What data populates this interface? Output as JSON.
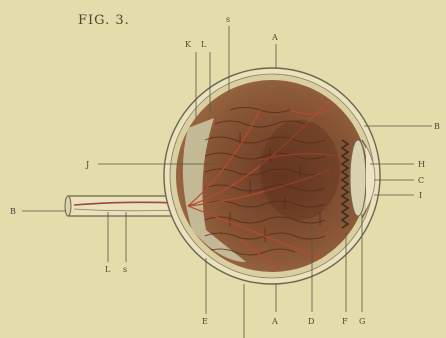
{
  "figure": {
    "caption": "FIG. 3."
  },
  "labels": {
    "A_top": "A",
    "s_top": "s",
    "K": "K",
    "L_top": "L",
    "B_right": "B",
    "H": "H",
    "C": "C",
    "I": "I",
    "J": "J",
    "B_left": "B",
    "L_bottom": "L",
    "s_bottom": "s",
    "E": "E",
    "A_bottom": "A",
    "D": "D",
    "F": "F",
    "G": "G"
  },
  "colors": {
    "paper": "#e4dcab",
    "ink": "#4a4434",
    "choroid": "#7a4a2e",
    "vessels": "#b84a2e",
    "sclera": "#d9cfa0",
    "vitreous_shadow": "#c9c3a0"
  }
}
